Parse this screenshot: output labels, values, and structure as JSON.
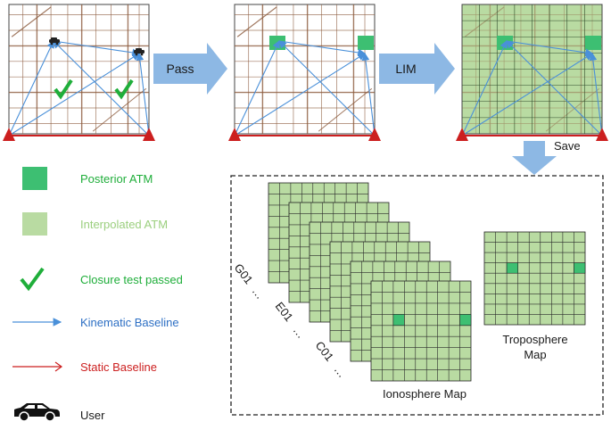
{
  "arrows": {
    "pass": "Pass",
    "lim": "LIM",
    "save": "Save"
  },
  "legend": {
    "posterior_atm": "Posterior ATM",
    "interpolated_atm": "Interpolated ATM",
    "closure_test": "Closure test passed",
    "kinematic_baseline": "Kinematic Baseline",
    "static_baseline": "Static Baseline",
    "user": "User"
  },
  "maps": {
    "ionosphere": "Ionosphere Map",
    "troposphere_line1": "Troposphere",
    "troposphere_line2": "Map"
  },
  "layers": {
    "g01": "G01",
    "e01": "E01",
    "c01": "C01",
    "dots": "…"
  },
  "colors": {
    "posterior": "#3dbf72",
    "interpolated": "#b9dba2",
    "grid_line": "#2f4a2a",
    "kinematic": "#4a90d9",
    "static": "#cc1f1f",
    "check": "#1fae3a",
    "block_arrow": "#8db8e4",
    "road": "#8b5a3c"
  }
}
